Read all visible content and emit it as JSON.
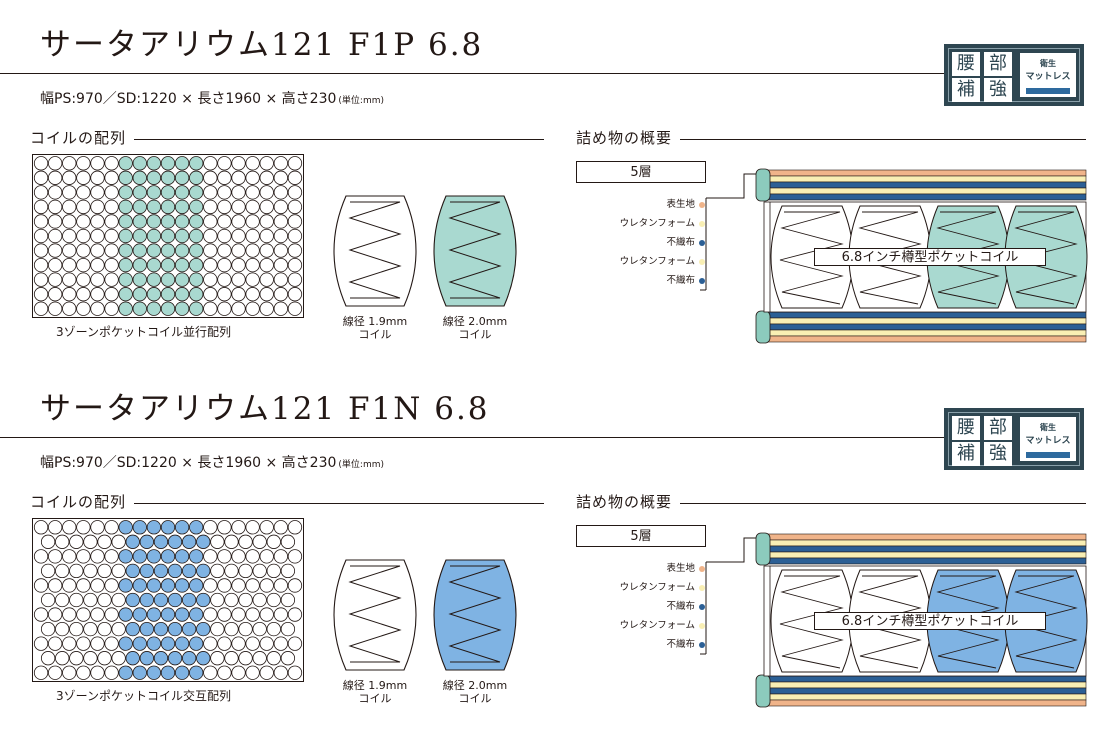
{
  "products": [
    {
      "title": "サータアリウム121 F1P 6.8",
      "dims_main": "幅PS:970／SD:1220 × 長さ1960 × 高さ230",
      "dims_unit": "(単位:mm)",
      "badge": {
        "chars": [
          "腰",
          "部",
          "補",
          "強"
        ],
        "mark_top": "衛生",
        "mark_mid": "マットレス"
      },
      "coil_section": "コイルの配列",
      "grid_caption": "3ゾーンポケットコイル並行配列",
      "grid": {
        "arrangement": "parallel",
        "cols": 19,
        "rows": 11,
        "zone_cols": [
          6,
          6,
          7
        ],
        "colors": [
          "#ffffff",
          "#a9d9d0",
          "#ffffff"
        ]
      },
      "coil_left": {
        "caption": "線径 1.9mm\nコイル",
        "line1": "線径 1.9mm",
        "line2": "コイル",
        "fill": "#ffffff"
      },
      "coil_right": {
        "caption": "線径 2.0mm\nコイル",
        "line1": "線径 2.0mm",
        "line2": "コイル",
        "fill": "#a9d9d0"
      },
      "fill_section": "詰め物の概要",
      "layers_count": "5層",
      "legend": [
        {
          "label": "表生地",
          "color": "#f0b48a"
        },
        {
          "label": "ウレタンフォーム",
          "color": "#f9efb4"
        },
        {
          "label": "不織布",
          "color": "#2b5f95"
        },
        {
          "label": "ウレタンフォーム",
          "color": "#f9efb4"
        },
        {
          "label": "不織布",
          "color": "#2b5f95"
        }
      ],
      "coil_label": "6.8インチ樽型ポケットコイル",
      "accent": "#a9d9d0"
    },
    {
      "title": "サータアリウム121 F1N 6.8",
      "dims_main": "幅PS:970／SD:1220 × 長さ1960 × 高さ230",
      "dims_unit": "(単位:mm)",
      "badge": {
        "chars": [
          "腰",
          "部",
          "補",
          "強"
        ],
        "mark_top": "衛生",
        "mark_mid": "マットレス"
      },
      "coil_section": "コイルの配列",
      "grid_caption": "3ゾーンポケットコイル交互配列",
      "grid": {
        "arrangement": "staggered",
        "cols": 19,
        "rows": 11,
        "zone_cols": [
          6,
          6,
          7
        ],
        "colors": [
          "#ffffff",
          "#7fb3e3",
          "#ffffff"
        ]
      },
      "coil_left": {
        "line1": "線径 1.9mm",
        "line2": "コイル",
        "fill": "#ffffff"
      },
      "coil_right": {
        "line1": "線径 2.0mm",
        "line2": "コイル",
        "fill": "#7fb3e3"
      },
      "fill_section": "詰め物の概要",
      "layers_count": "5層",
      "legend": [
        {
          "label": "表生地",
          "color": "#f0b48a"
        },
        {
          "label": "ウレタンフォーム",
          "color": "#f9efb4"
        },
        {
          "label": "不織布",
          "color": "#2b5f95"
        },
        {
          "label": "ウレタンフォーム",
          "color": "#f9efb4"
        },
        {
          "label": "不織布",
          "color": "#2b5f95"
        }
      ],
      "coil_label": "6.8インチ樽型ポケットコイル",
      "accent": "#7fb3e3"
    }
  ],
  "colors": {
    "ink": "#231815",
    "cover": "#f0b48a",
    "foam": "#f9efb4",
    "nonwoven": "#2b5f95",
    "edge": "#8ccbbd",
    "badge": "#2e4651"
  }
}
